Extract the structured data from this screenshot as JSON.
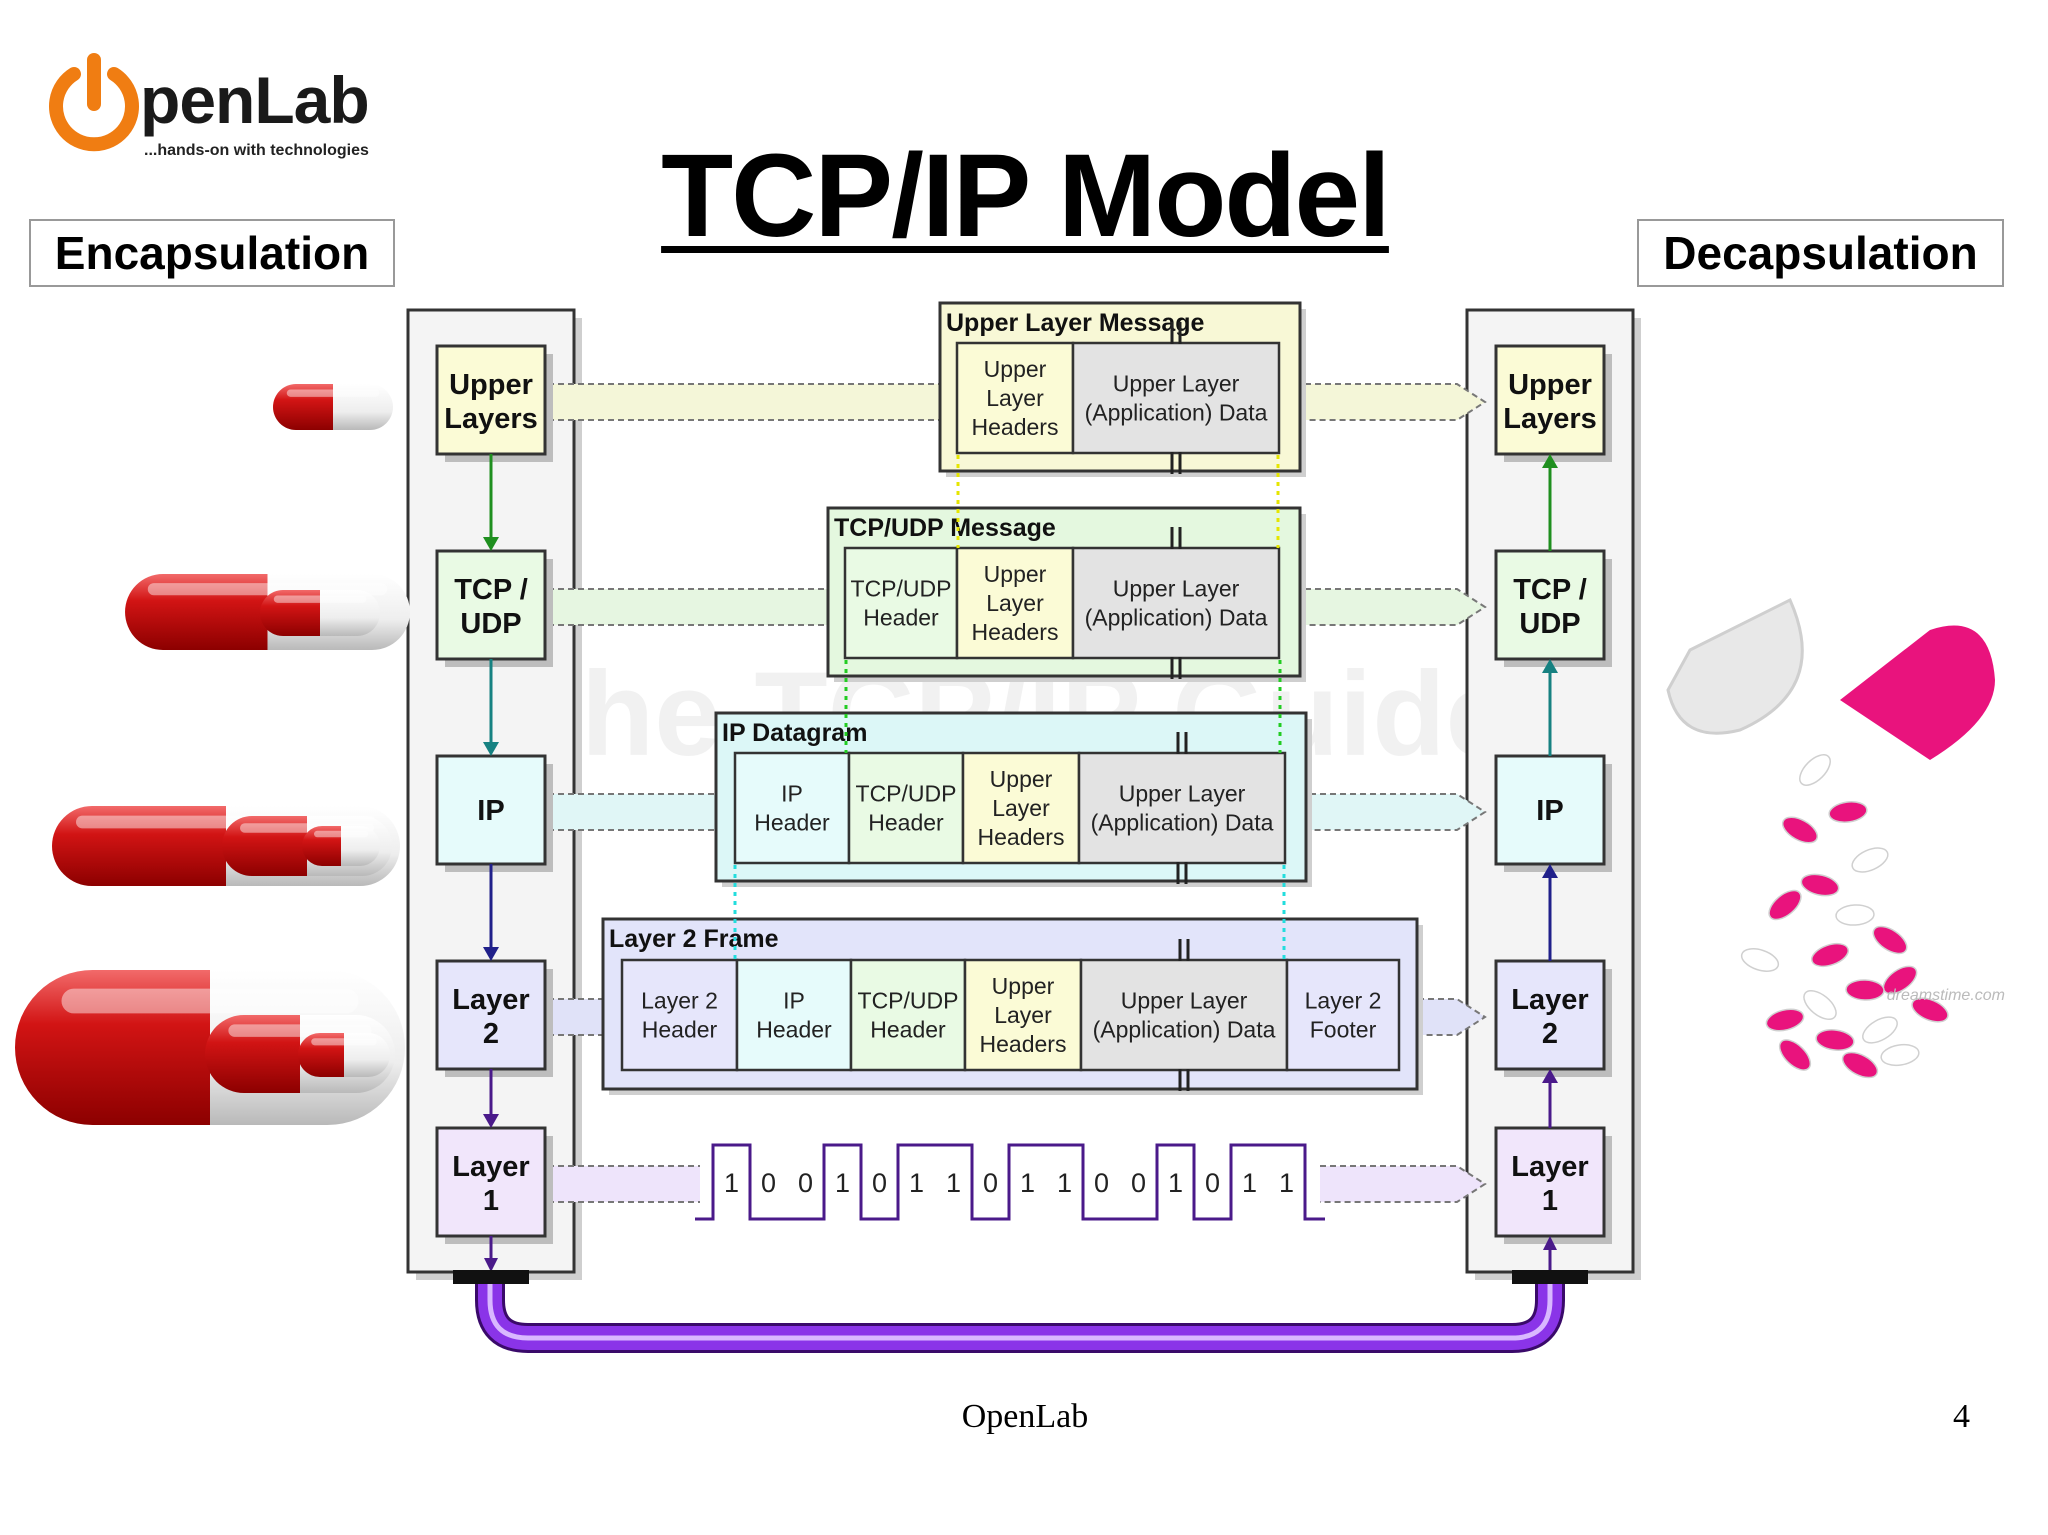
{
  "logo": {
    "word": "penLab",
    "tagline": "...hands-on with technologies",
    "accent_color": "#f07d12",
    "icon": "power-icon"
  },
  "title": "TCP/IP Model",
  "sides": {
    "left": "Encapsulation",
    "right": "Decapsulation"
  },
  "layers": [
    {
      "id": "upper",
      "label1": "Upper",
      "label2": "Layers",
      "fill": "#fbfbd6",
      "line": "#858501"
    },
    {
      "id": "tcp",
      "label1": "TCP /",
      "label2": "UDP",
      "fill": "#e9fae4",
      "line": "#1f8f1f"
    },
    {
      "id": "ip",
      "label1": "IP",
      "label2": "",
      "fill": "#e6fbfb",
      "line": "#168181"
    },
    {
      "id": "l2",
      "label1": "Layer",
      "label2": "2",
      "fill": "#e6e6fb",
      "line": "#20208a"
    },
    {
      "id": "l1",
      "label1": "Layer",
      "label2": "1",
      "fill": "#f1e6fb",
      "line": "#4a1a8a"
    }
  ],
  "messages": {
    "upper": {
      "title": "Upper Layer Message",
      "fields": [
        [
          "Upper",
          "Layer",
          "Headers"
        ],
        [
          "Upper Layer",
          "(Application) Data"
        ]
      ]
    },
    "tcp": {
      "title": "TCP/UDP Message",
      "fields": [
        [
          "TCP/UDP",
          "Header"
        ],
        [
          "Upper",
          "Layer",
          "Headers"
        ],
        [
          "Upper Layer",
          "(Application) Data"
        ]
      ]
    },
    "ip": {
      "title": "IP Datagram",
      "fields": [
        [
          "IP",
          "Header"
        ],
        [
          "TCP/UDP",
          "Header"
        ],
        [
          "Upper",
          "Layer",
          "Headers"
        ],
        [
          "Upper Layer",
          "(Application) Data"
        ]
      ]
    },
    "l2": {
      "title": "Layer 2 Frame",
      "fields": [
        [
          "Layer 2",
          "Header"
        ],
        [
          "IP",
          "Header"
        ],
        [
          "TCP/UDP",
          "Header"
        ],
        [
          "Upper",
          "Layer",
          "Headers"
        ],
        [
          "Upper Layer",
          "(Application) Data"
        ],
        [
          "Layer 2",
          "Footer"
        ]
      ]
    }
  },
  "field_colors": {
    "l2hdr": "#e6e6fb",
    "ip": "#e6fbfb",
    "tcp": "#e9fae4",
    "upper": "#fbfbd6",
    "data": "#e3e3e3"
  },
  "bits": [
    "1",
    "0",
    "0",
    "1",
    "0",
    "1",
    "1",
    "0",
    "1",
    "1",
    "0",
    "0",
    "1",
    "0",
    "1",
    "1"
  ],
  "watermark": "The TCP/IP Guide",
  "stock_credit": "dreamstime.com",
  "cable_color": "#8a34e8",
  "pill_colors": {
    "red": "#d21414",
    "magenta": "#e9137d"
  },
  "footer": {
    "center": "OpenLab",
    "page": "4"
  }
}
